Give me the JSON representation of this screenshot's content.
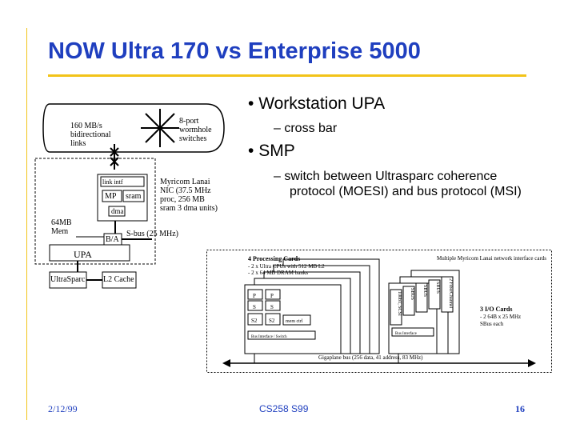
{
  "slide": {
    "title": "NOW Ultra 170 vs Enterprise 5000",
    "bullets": [
      {
        "text": "Workstation UPA",
        "sub": [
          "cross bar"
        ]
      },
      {
        "text": "SMP",
        "sub": [
          "switch between Ultrasparc coherence protocol (MOESI) and bus protocol (MSI)"
        ]
      }
    ],
    "footer": {
      "date": "2/12/99",
      "course": "CS258 S99",
      "page": "16"
    }
  },
  "left_diagram": {
    "links_label": "160 MB/s bidirectional links",
    "switch_label": "8-port wormhole switches",
    "myricom_label": "Myricom Lanai NIC (37.5 MHz proc, 256 MB sram 3 dma units)",
    "link_intf": "link intf",
    "mp": "MP",
    "sram": "sram",
    "dma": "dma",
    "mem": "64MB Mem",
    "ba": "B/A",
    "sbus": "S-bus (25 MHz)",
    "upa": "UPA",
    "ultrasparc": "UltraSparc",
    "l2": "L2 Cache"
  },
  "right_diagram": {
    "proc_cards": "4 Processing Cards",
    "proc_line1": "- 2 x Ultra CPUs with 512 MB L2",
    "proc_line2": "- 2 x 64 MB DRAM banks",
    "myricom_cards": "Multiple Myricom Lanai network interface cards",
    "io_cards": "3 I/O Cards",
    "io_line1": "- 2 64B x 25 MHz",
    "io_line2": "SBus each",
    "gigaplane": "Gigaplane bus (256 data, 41 address, 83 MHz)",
    "slots": [
      "2 FiberChannel",
      "SBUS",
      "SBUS",
      "SBUS",
      "100bT, SCSI"
    ],
    "cpu_p": "P",
    "cpu_s": "S",
    "s2": "S2",
    "mem_ctrl": "mem ctrl",
    "bus_iface_switch": "Bus Interface / Switch",
    "bus_interface": "Bus Interface"
  }
}
